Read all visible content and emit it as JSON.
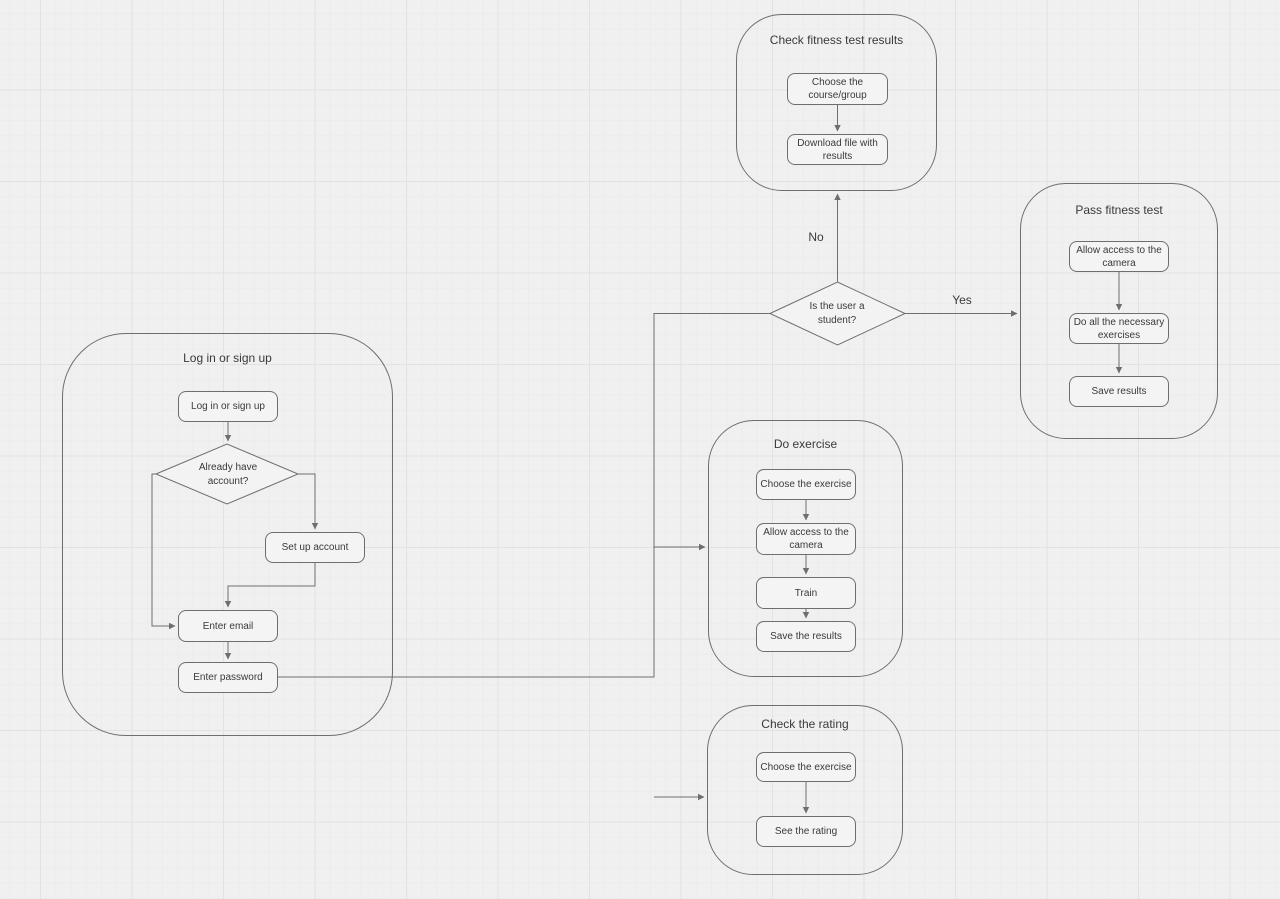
{
  "canvas": {
    "background_color": "#f0f0f0",
    "grid_major_color": "#e2e2e2",
    "grid_minor_color": "#ececec",
    "stroke_color": "#6e6e6e",
    "text_color": "#3a3a3a"
  },
  "groups": [
    {
      "title": "Check fitness test results",
      "nodes": [
        {
          "label": "Choose the\ncourse/group"
        },
        {
          "label": "Download file with\nresults"
        }
      ]
    },
    {
      "title": "Pass fitness test",
      "nodes": [
        {
          "label": "Allow access to the\ncamera"
        },
        {
          "label": "Do all the necessary\nexercises"
        },
        {
          "label": "Save results"
        }
      ]
    },
    {
      "title": "Log in or sign up",
      "nodes": [
        {
          "label": "Log in or sign up"
        },
        {
          "label": "Set up account"
        },
        {
          "label": "Enter email"
        },
        {
          "label": "Enter password"
        }
      ]
    },
    {
      "title": "Do exercise",
      "nodes": [
        {
          "label": "Choose the exercise"
        },
        {
          "label": "Allow access to the\ncamera"
        },
        {
          "label": "Train"
        },
        {
          "label": "Save the results"
        }
      ]
    },
    {
      "title": "Check the rating",
      "nodes": [
        {
          "label": "Choose the exercise"
        },
        {
          "label": "See the rating"
        }
      ]
    }
  ],
  "decisions": [
    {
      "label": "Is the user a\nstudent?"
    },
    {
      "label": "Already have\naccount?"
    }
  ],
  "edge_labels": {
    "no": "No",
    "yes": "Yes"
  }
}
